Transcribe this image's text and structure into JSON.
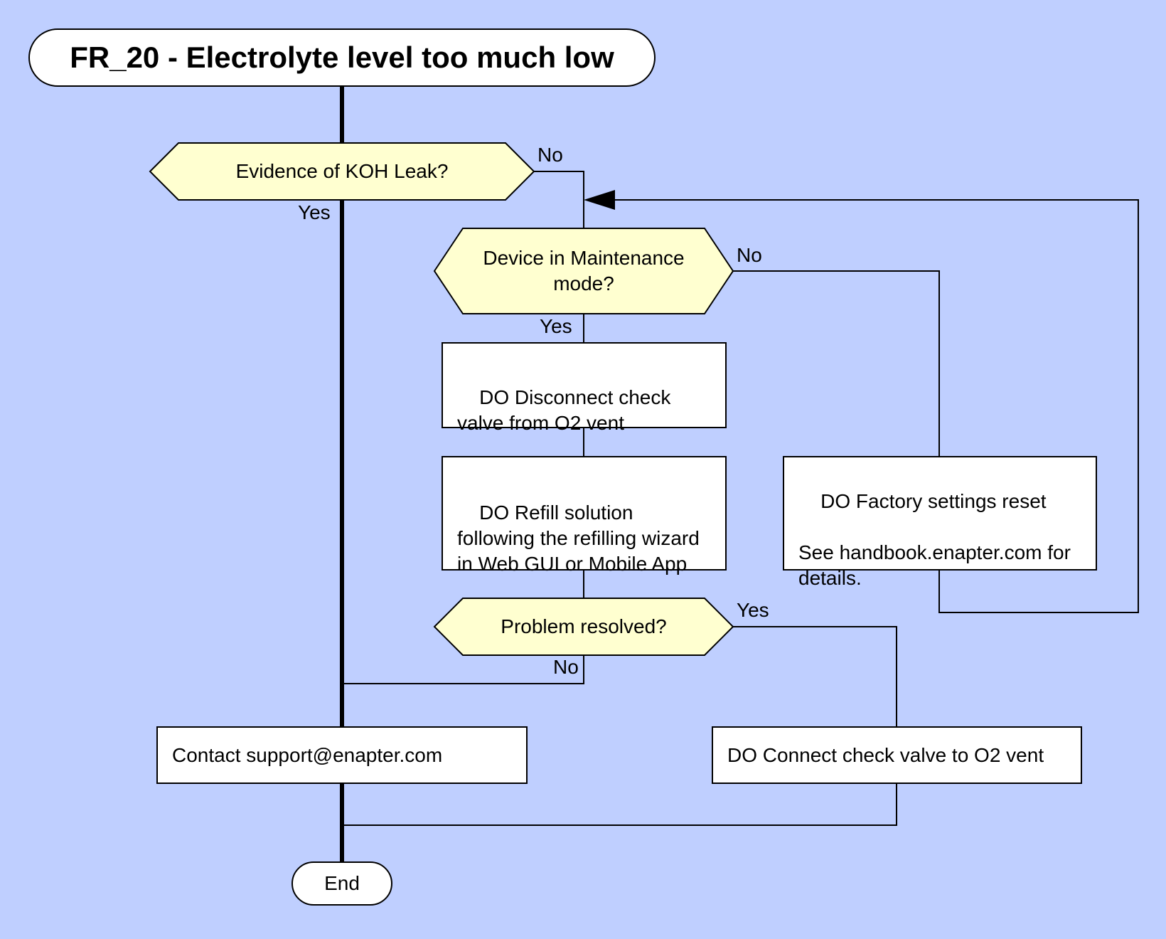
{
  "diagram": {
    "title": "FR_20 - Electrolyte level too much low",
    "decisions": {
      "koh_leak": "Evidence of KOH Leak?",
      "maintenance_mode": "Device in Maintenance mode?",
      "problem_resolved": "Problem resolved?"
    },
    "actions": {
      "disconnect_check_valve": "DO Disconnect check valve from O2 vent",
      "refill_solution": "DO Refill solution following the refilling wizard in Web GUI or Mobile App",
      "factory_reset": "DO Factory settings reset\n\nSee handbook.enapter.com for details.",
      "contact_support": "Contact support@enapter.com",
      "connect_check_valve": "DO Connect check valve to O2 vent"
    },
    "end_label": "End",
    "edge_labels": {
      "koh_no": "No",
      "koh_yes": "Yes",
      "maintenance_no": "No",
      "maintenance_yes": "Yes",
      "resolved_yes": "Yes",
      "resolved_no": "No"
    },
    "colors": {
      "background": "#bfcfff",
      "decision_fill": "#ffffd0",
      "box_fill": "#ffffff",
      "stroke": "#000000"
    }
  }
}
